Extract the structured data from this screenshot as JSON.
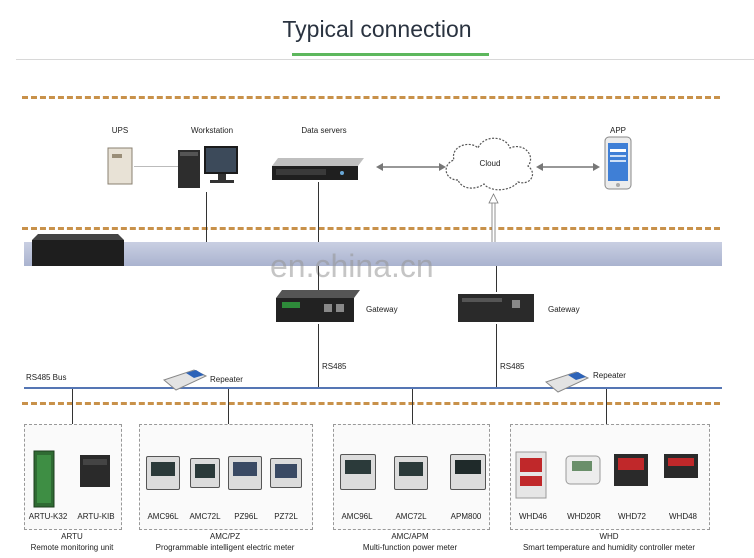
{
  "title": "Typical connection",
  "top_layer": {
    "ups_label": "UPS",
    "workstation_label": "Workstation",
    "data_servers_label": "Data servers",
    "cloud_label": "Cloud",
    "app_label": "APP"
  },
  "watermark": "en.china.cn",
  "gateways": [
    {
      "label": "Gateway"
    },
    {
      "label": "Gateway"
    }
  ],
  "rs485_labels": [
    "RS485",
    "RS485"
  ],
  "bus_label": "RS485 Bus",
  "repeaters": [
    {
      "label": "Repeater"
    },
    {
      "label": "Repeater"
    }
  ],
  "groups": [
    {
      "devices": [
        "ARTU-K32",
        "ARTU-KIB"
      ],
      "title": "ARTU",
      "subtitle": "Remote monitoring unit"
    },
    {
      "devices": [
        "AMC96L",
        "AMC72L",
        "PZ96L",
        "PZ72L"
      ],
      "title": "AMC/PZ",
      "subtitle": "Programmable intelligent electric meter"
    },
    {
      "devices": [
        "AMC96L",
        "AMC72L",
        "APM800"
      ],
      "title": "AMC/APM",
      "subtitle": "Multi-function power meter"
    },
    {
      "devices": [
        "WHD46",
        "WHD20R",
        "WHD72",
        "WHD48"
      ],
      "title": "WHD",
      "subtitle": "Smart temperature and humidity controller meter"
    }
  ],
  "colors": {
    "title_underline": "#5db75d",
    "dash": "#c8914a",
    "network_bar": "#b7bfd8",
    "bus_line": "#5576b4"
  }
}
